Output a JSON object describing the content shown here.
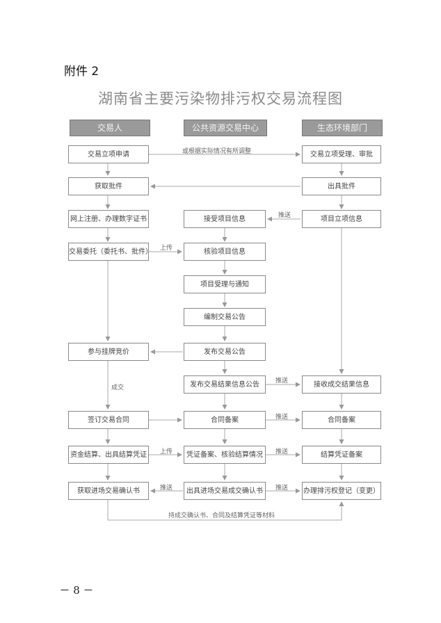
{
  "attachment_label": "附件 2",
  "title": "湖南省主要污染物排污权交易流程图",
  "columns": {
    "left": "交易人",
    "middle": "公共资源交易中心",
    "right": "生态环境部门"
  },
  "boxes": {
    "left": [
      "交易立项申请",
      "获取批件",
      "网上注册、办理数字证书",
      "交易委托（委托书、批件）",
      "参与挂牌竞价",
      "签订交易合同",
      "资金结算、出具结算凭证",
      "获取进场交易确认书"
    ],
    "middle": [
      "接受项目信息",
      "核验项目信息",
      "项目受理与通知",
      "编制交易公告",
      "发布交易公告",
      "发布交易结果信息公告",
      "合同备案",
      "凭证备案、核验结算情况",
      "出具进场交易成交确认书"
    ],
    "right": [
      "交易立项受理、审批",
      "出具批件",
      "项目立项信息",
      "接收成交结果信息",
      "合同备案",
      "结算凭证备案",
      "办理排污权登记（变更）"
    ]
  },
  "edge_labels": {
    "top_right": "或根据实际情况有所调整",
    "push_1": "推送",
    "upload_1": "上传",
    "deal": "成交",
    "push_2": "推送",
    "push_3": "推送",
    "upload_2": "上传",
    "push_4": "推送",
    "push_5": "推送",
    "push_6": "推送",
    "bottom": "持成交确认书、合同及结算凭证等材料"
  },
  "page_number": "－ 8 －"
}
